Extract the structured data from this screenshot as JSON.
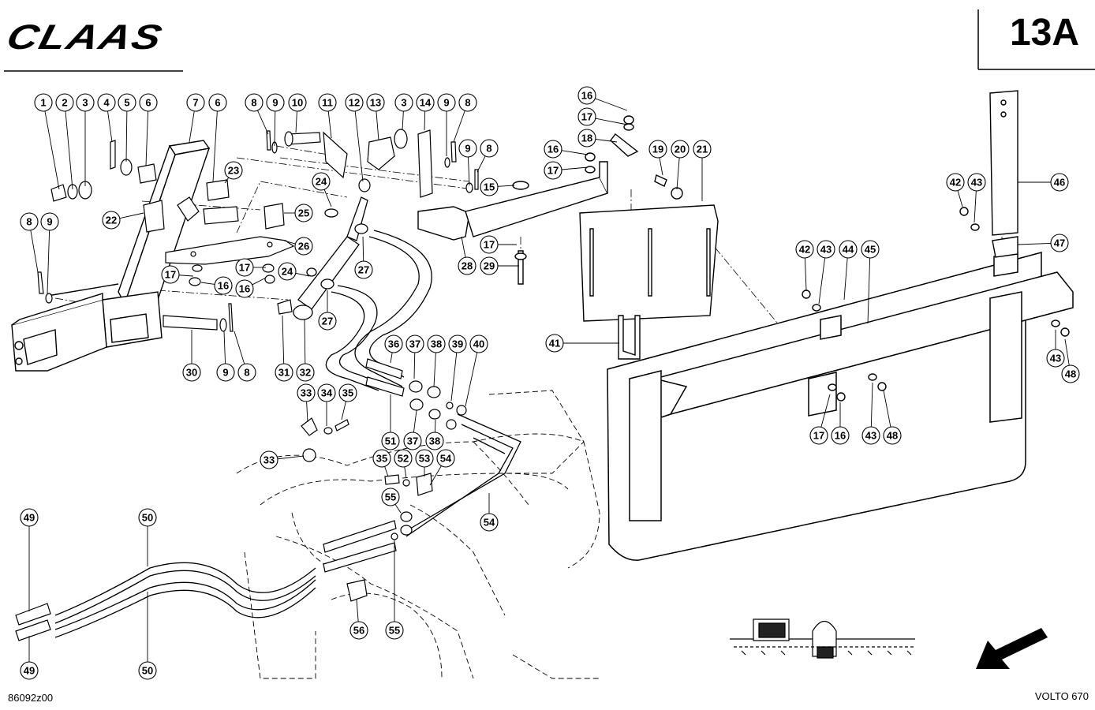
{
  "header": {
    "brand": "CLAAS",
    "page_number": "13A"
  },
  "footer": {
    "drawing_number": "86092z00",
    "model": "VOLTO 670"
  },
  "callouts": [
    {
      "id": "c1",
      "label": "1"
    },
    {
      "id": "c2",
      "label": "2"
    },
    {
      "id": "c3",
      "label": "3"
    },
    {
      "id": "c4",
      "label": "4"
    },
    {
      "id": "c5",
      "label": "5"
    },
    {
      "id": "c6",
      "label": "6"
    },
    {
      "id": "c7",
      "label": "7"
    },
    {
      "id": "c6b",
      "label": "6"
    },
    {
      "id": "c8",
      "label": "8"
    },
    {
      "id": "c9",
      "label": "9"
    },
    {
      "id": "c10",
      "label": "10"
    },
    {
      "id": "c11",
      "label": "11"
    },
    {
      "id": "c12",
      "label": "12"
    },
    {
      "id": "c13",
      "label": "13"
    },
    {
      "id": "c3b",
      "label": "3"
    },
    {
      "id": "c14",
      "label": "14"
    },
    {
      "id": "c9b",
      "label": "9"
    },
    {
      "id": "c8b",
      "label": "8"
    },
    {
      "id": "c9c",
      "label": "9"
    },
    {
      "id": "c8c",
      "label": "8"
    },
    {
      "id": "c16a",
      "label": "16"
    },
    {
      "id": "c17a",
      "label": "17"
    },
    {
      "id": "c18",
      "label": "18"
    },
    {
      "id": "c19",
      "label": "19"
    },
    {
      "id": "c20",
      "label": "20"
    },
    {
      "id": "c21",
      "label": "21"
    },
    {
      "id": "c16b",
      "label": "16"
    },
    {
      "id": "c17b",
      "label": "17"
    },
    {
      "id": "c15",
      "label": "15"
    },
    {
      "id": "c23",
      "label": "23"
    },
    {
      "id": "c24a",
      "label": "24"
    },
    {
      "id": "c22",
      "label": "22"
    },
    {
      "id": "c25",
      "label": "25"
    },
    {
      "id": "c8d",
      "label": "8"
    },
    {
      "id": "c9d",
      "label": "9"
    },
    {
      "id": "c26",
      "label": "26"
    },
    {
      "id": "c17c",
      "label": "17"
    },
    {
      "id": "c24b",
      "label": "24"
    },
    {
      "id": "c17d",
      "label": "17"
    },
    {
      "id": "c16c",
      "label": "16"
    },
    {
      "id": "c16d",
      "label": "16"
    },
    {
      "id": "c27a",
      "label": "27"
    },
    {
      "id": "c27b",
      "label": "27"
    },
    {
      "id": "c28",
      "label": "28"
    },
    {
      "id": "c29",
      "label": "29"
    },
    {
      "id": "c17e",
      "label": "17"
    },
    {
      "id": "c42a",
      "label": "42"
    },
    {
      "id": "c43a",
      "label": "43"
    },
    {
      "id": "c46",
      "label": "46"
    },
    {
      "id": "c47",
      "label": "47"
    },
    {
      "id": "c42b",
      "label": "42"
    },
    {
      "id": "c43b",
      "label": "43"
    },
    {
      "id": "c44",
      "label": "44"
    },
    {
      "id": "c45",
      "label": "45"
    },
    {
      "id": "c41",
      "label": "41"
    },
    {
      "id": "c30",
      "label": "30"
    },
    {
      "id": "c9e",
      "label": "9"
    },
    {
      "id": "c8e",
      "label": "8"
    },
    {
      "id": "c31",
      "label": "31"
    },
    {
      "id": "c32",
      "label": "32"
    },
    {
      "id": "c36",
      "label": "36"
    },
    {
      "id": "c37a",
      "label": "37"
    },
    {
      "id": "c38a",
      "label": "38"
    },
    {
      "id": "c39",
      "label": "39"
    },
    {
      "id": "c40",
      "label": "40"
    },
    {
      "id": "c33a",
      "label": "33"
    },
    {
      "id": "c34",
      "label": "34"
    },
    {
      "id": "c35a",
      "label": "35"
    },
    {
      "id": "c43c",
      "label": "43"
    },
    {
      "id": "c48a",
      "label": "48"
    },
    {
      "id": "c17f",
      "label": "17"
    },
    {
      "id": "c16e",
      "label": "16"
    },
    {
      "id": "c43d",
      "label": "43"
    },
    {
      "id": "c48b",
      "label": "48"
    },
    {
      "id": "c51",
      "label": "51"
    },
    {
      "id": "c37b",
      "label": "37"
    },
    {
      "id": "c38b",
      "label": "38"
    },
    {
      "id": "c33b",
      "label": "33"
    },
    {
      "id": "c35b",
      "label": "35"
    },
    {
      "id": "c52",
      "label": "52"
    },
    {
      "id": "c53",
      "label": "53"
    },
    {
      "id": "c54a",
      "label": "54"
    },
    {
      "id": "c55a",
      "label": "55"
    },
    {
      "id": "c54b",
      "label": "54"
    },
    {
      "id": "c49a",
      "label": "49"
    },
    {
      "id": "c50a",
      "label": "50"
    },
    {
      "id": "c56",
      "label": "56"
    },
    {
      "id": "c55b",
      "label": "55"
    },
    {
      "id": "c49b",
      "label": "49"
    },
    {
      "id": "c50b",
      "label": "50"
    }
  ]
}
